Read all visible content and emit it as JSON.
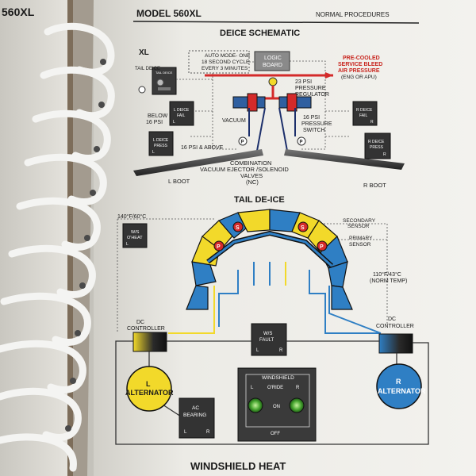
{
  "header": {
    "model": "MODEL 560XL",
    "section": "NORMAL PROCEDURES",
    "left_page_fragment": "560XL"
  },
  "deice": {
    "title": "DEICE SCHEMATIC",
    "xl": "XL",
    "tail_deice": "TAIL DEICE",
    "auto_mode_1": "AUTO MODE- ONE",
    "auto_mode_2": "18 SECOND CYCLE",
    "auto_mode_3": "EVERY 3 MINUTES",
    "logic_1": "LOGIC",
    "logic_2": "BOARD",
    "precooled_1": "PRE-COOLED",
    "precooled_2": "SERVICE BLEED",
    "precooled_3": "AIR PRESSURE",
    "precooled_4": "(ENG OR APU)",
    "reg_1": "23 PSI",
    "reg_2": "PRESSURE",
    "reg_3": "REGULATOR",
    "below_1": "BELOW",
    "below_2": "16 PSI",
    "vacuum": "VACUUM",
    "sw_1": "16 PSI",
    "sw_2": "PRESSURE",
    "sw_3": "SWITCH",
    "above": "16 PSI & ABOVE",
    "p": "P",
    "combo_1": "COMBINATION",
    "combo_2": "VACUUM EJECTOR /SOLENOID",
    "combo_3": "VALVES",
    "combo_4": "(NC)",
    "l_boot": "L BOOT",
    "r_boot": "R BOOT",
    "l_deice_fail_1": "L DEICE",
    "l_deice_fail_2": "FAIL",
    "r_deice_fail_1": "R DEICE",
    "r_deice_fail_2": "FAIL",
    "l_deice_press_1": "L DEICE",
    "l_deice_press_2": "PRESS",
    "r_deice_press_1": "R DEICE",
    "r_deice_press_2": "PRESS",
    "l": "L",
    "r": "R"
  },
  "tail": {
    "title": "TAIL DE-ICE",
    "temp_hot": "140°F/60°C",
    "secondary_1": "SECONDARY",
    "secondary_2": "SENSOR",
    "primary_1": "PRIMARY",
    "primary_2": "SENSOR",
    "norm_1": "110°F/43°C",
    "norm_2": "(NORM TEMP)",
    "ws_oheat_1": "W/S",
    "ws_oheat_2": "O'HEAT",
    "s": "S",
    "p": "P"
  },
  "wshield": {
    "title": "WINDSHIELD HEAT",
    "dc_1": "DC",
    "dc_2": "CONTROLLER",
    "ws_fault_1": "W/S",
    "ws_fault_2": "FAULT",
    "l_alt_1": "L",
    "l_alt_2": "ALTERNATOR",
    "r_alt_1": "R",
    "r_alt_2": "ALTERNATOR",
    "ac_1": "AC",
    "ac_2": "BEARING",
    "panel_title": "WINDSHIELD",
    "panel_l": "L",
    "panel_oride": "O'RIDE",
    "panel_r": "R",
    "on": "ON",
    "off": "OFF",
    "l": "L",
    "r": "R"
  },
  "colors": {
    "yellow": "#f2d92a",
    "blue": "#2f7fc4",
    "red": "#d42a2a",
    "panel": "#3a3a3a"
  }
}
